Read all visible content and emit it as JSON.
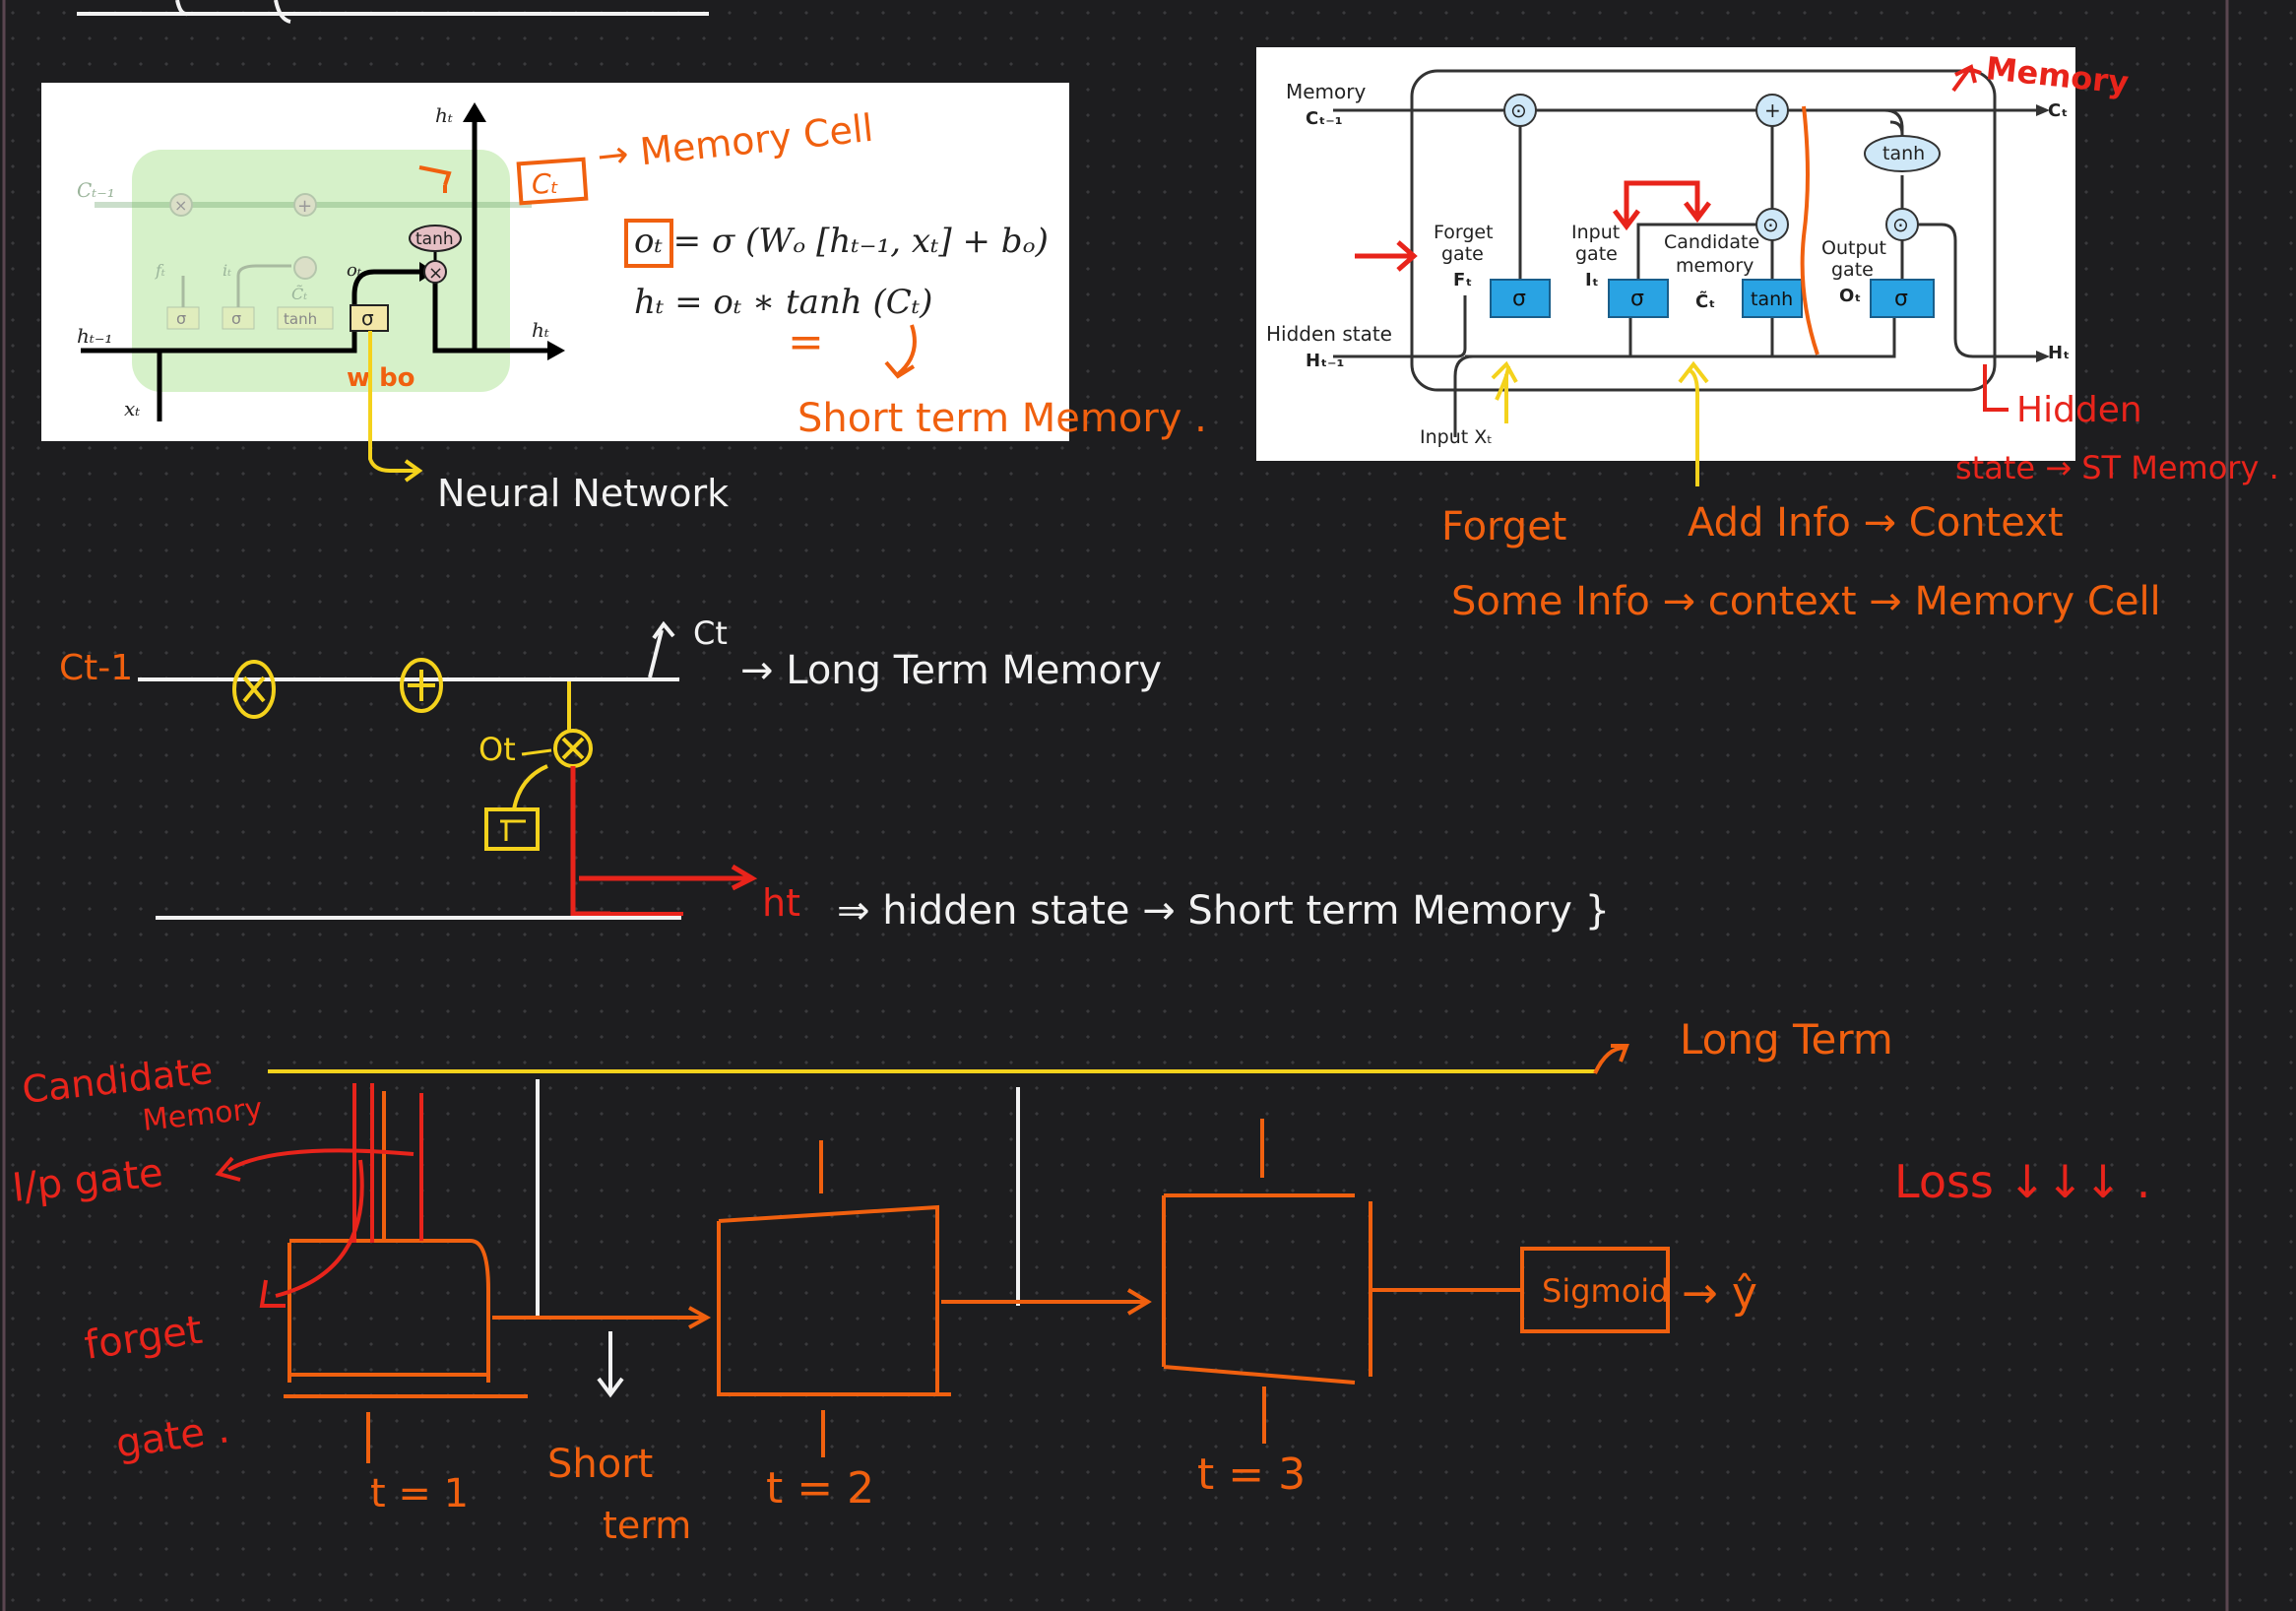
{
  "figure_left": {
    "labels": {
      "c_prev": "Cₜ₋₁",
      "h_top": "hₜ",
      "h_prev": "hₜ₋₁",
      "h_out": "hₜ",
      "x_in": "xₜ",
      "f_t": "fₜ",
      "i_t": "iₜ",
      "c_tilde": "C̃ₜ",
      "o_t": "oₜ",
      "sigma": "σ",
      "tanh": "tanh",
      "tanh_small": "tanh",
      "mult": "×",
      "plus": "+"
    },
    "equations": {
      "eq1": "oₜ = σ (Wₒ [hₜ₋₁, xₜ] + bₒ)",
      "eq2": "hₜ = oₜ ∗ tanh (Cₜ)"
    }
  },
  "figure_right": {
    "memory": "Memory",
    "memory_sym": "Cₜ₋₁",
    "forget_gate": [
      "Forget",
      "gate",
      "Fₜ"
    ],
    "input_gate": [
      "Input",
      "gate",
      "Iₜ"
    ],
    "candidate": [
      "Candidate",
      "memory",
      "C̃ₜ"
    ],
    "output_gate": [
      "Output",
      "gate",
      "Oₜ"
    ],
    "hidden_state": "Hidden state",
    "hidden_sym": "Hₜ₋₁",
    "input": "Input Xₜ",
    "c_out": "Cₜ",
    "h_out": "Hₜ",
    "sigma": "σ",
    "tanh": "tanh",
    "odot": "⊙",
    "plus": "+"
  },
  "notes": {
    "ct": "Cₜ",
    "memory_cell": "→ Memory Cell",
    "ot_box": "Oₜ",
    "equals": "=",
    "short_term_memory": "Short term Memory .",
    "neural_network": "Neural Network",
    "wbo": "w bo",
    "memory_right": "Memory",
    "hidden": "Hidden",
    "state_st": "state → ST Memory .",
    "forget": "Forget",
    "add_info": "Add Info → Context",
    "some_info": "Some Info → context → Memory Cell",
    "ct_prev": "Ct-1",
    "ct_hand": "Ct",
    "long_term_memory": "→ Long Term Memory",
    "ot_hand": "Ot",
    "ht": "ht",
    "hidden_state_line": "⇒ hidden state → Short term Memory }",
    "long_term": "Long Term",
    "candidate_memory": [
      "Candidate",
      "Memory"
    ],
    "ip_gate": "I/p gate",
    "forget_gate": [
      "forget",
      "gate ."
    ],
    "t1": "t = 1",
    "short_term": [
      "Short",
      "term"
    ],
    "t2": "t = 2",
    "t3": "t = 3",
    "sigmoid": "Sigmoid",
    "y_hat": "→ ŷ",
    "loss": "Loss ↓↓↓ ."
  },
  "colors": {
    "orange": "#f0600f",
    "red": "#e8241b",
    "yellow": "#f4d21c",
    "white": "#f2f2f2",
    "gate_blue": "#29a3e3",
    "green_cell": "#cfeec0"
  }
}
